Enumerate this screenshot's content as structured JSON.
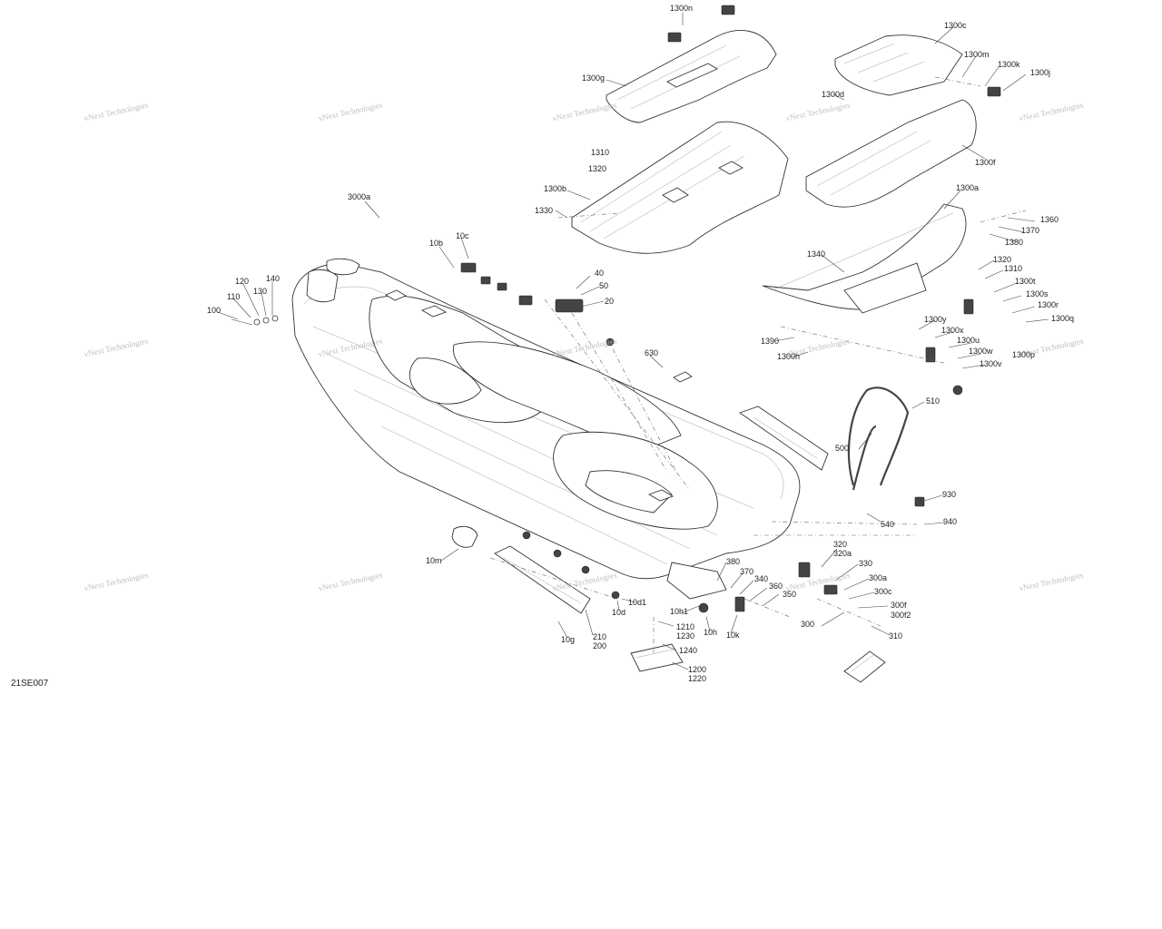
{
  "diagram": {
    "reference": "21SE007",
    "watermark": "vNext Technologies",
    "callouts": [
      {
        "id": "1300n",
        "text": "1300n"
      },
      {
        "id": "1300c",
        "text": "1300c"
      },
      {
        "id": "1300g",
        "text": "1300g"
      },
      {
        "id": "1300m",
        "text": "1300m"
      },
      {
        "id": "1300k",
        "text": "1300k"
      },
      {
        "id": "1300j",
        "text": "1300j"
      },
      {
        "id": "1300d",
        "text": "1300d"
      },
      {
        "id": "1310a",
        "text": "1310"
      },
      {
        "id": "1320a",
        "text": "1320"
      },
      {
        "id": "1300f",
        "text": "1300f"
      },
      {
        "id": "1300b",
        "text": "1300b"
      },
      {
        "id": "1330",
        "text": "1330"
      },
      {
        "id": "3000a",
        "text": "3000a"
      },
      {
        "id": "1300a",
        "text": "1300a"
      },
      {
        "id": "1360",
        "text": "1360"
      },
      {
        "id": "1370",
        "text": "1370"
      },
      {
        "id": "1380",
        "text": "1380"
      },
      {
        "id": "10c",
        "text": "10c"
      },
      {
        "id": "10b",
        "text": "10b"
      },
      {
        "id": "1340",
        "text": "1340"
      },
      {
        "id": "1320b",
        "text": "1320"
      },
      {
        "id": "1310b",
        "text": "1310"
      },
      {
        "id": "140",
        "text": "140"
      },
      {
        "id": "40",
        "text": "40"
      },
      {
        "id": "120",
        "text": "120"
      },
      {
        "id": "1300t",
        "text": "1300t"
      },
      {
        "id": "50",
        "text": "50"
      },
      {
        "id": "110",
        "text": "110"
      },
      {
        "id": "130",
        "text": "130"
      },
      {
        "id": "1300s",
        "text": "1300s"
      },
      {
        "id": "20",
        "text": "20"
      },
      {
        "id": "1300r",
        "text": "1300r"
      },
      {
        "id": "100",
        "text": "100"
      },
      {
        "id": "1300y",
        "text": "1300y"
      },
      {
        "id": "1300q",
        "text": "1300q"
      },
      {
        "id": "1300x",
        "text": "1300x"
      },
      {
        "id": "1390",
        "text": "1390"
      },
      {
        "id": "1300u",
        "text": "1300u"
      },
      {
        "id": "630",
        "text": "630"
      },
      {
        "id": "1300h",
        "text": "1300h"
      },
      {
        "id": "1300w",
        "text": "1300w"
      },
      {
        "id": "1300p",
        "text": "1300p"
      },
      {
        "id": "1300v",
        "text": "1300v"
      },
      {
        "id": "510",
        "text": "510"
      },
      {
        "id": "500",
        "text": "500"
      },
      {
        "id": "930",
        "text": "930"
      },
      {
        "id": "540",
        "text": "540"
      },
      {
        "id": "940",
        "text": "940"
      },
      {
        "id": "320",
        "text": "320"
      },
      {
        "id": "320a",
        "text": "320a"
      },
      {
        "id": "10m",
        "text": "10m"
      },
      {
        "id": "330",
        "text": "330"
      },
      {
        "id": "380",
        "text": "380"
      },
      {
        "id": "370",
        "text": "370"
      },
      {
        "id": "300a",
        "text": "300a"
      },
      {
        "id": "340",
        "text": "340"
      },
      {
        "id": "360",
        "text": "360"
      },
      {
        "id": "350",
        "text": "350"
      },
      {
        "id": "300c",
        "text": "300c"
      },
      {
        "id": "10d1",
        "text": "10d1"
      },
      {
        "id": "10d",
        "text": "10d"
      },
      {
        "id": "10h1",
        "text": "10h1"
      },
      {
        "id": "300f",
        "text": "300f"
      },
      {
        "id": "300f2",
        "text": "300f2"
      },
      {
        "id": "300",
        "text": "300"
      },
      {
        "id": "10h",
        "text": "10h"
      },
      {
        "id": "10k",
        "text": "10k"
      },
      {
        "id": "1210",
        "text": "1210"
      },
      {
        "id": "1230",
        "text": "1230"
      },
      {
        "id": "310",
        "text": "310"
      },
      {
        "id": "210",
        "text": "210"
      },
      {
        "id": "200",
        "text": "200"
      },
      {
        "id": "10g",
        "text": "10g"
      },
      {
        "id": "1240",
        "text": "1240"
      },
      {
        "id": "1200",
        "text": "1200"
      },
      {
        "id": "1220",
        "text": "1220"
      }
    ]
  }
}
